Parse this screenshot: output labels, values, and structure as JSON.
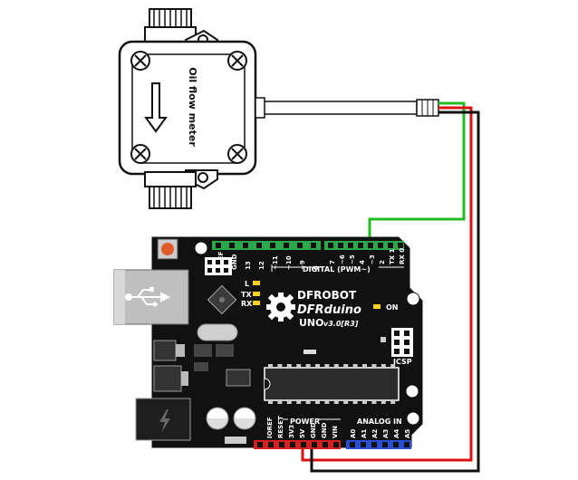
{
  "sensor": {
    "label": "Oil flow meter"
  },
  "board": {
    "brand": "DFROBOT",
    "product": "DFRduino",
    "model": "UNO",
    "version": "v3.0[R3]",
    "digital_header_label": "DIGITAL (PWM~)",
    "power_label": "POWER",
    "analog_label": "ANALOG IN",
    "on_label": "ON",
    "icsp_label": "ICSP",
    "led_labels": [
      "L",
      "TX",
      "RX"
    ],
    "digital_pins_left": [
      "AREF",
      "GND",
      "13",
      "12",
      "~11",
      "~10",
      "~9",
      "8"
    ],
    "digital_pins_right": [
      "7",
      "~6",
      "~5",
      "4",
      "~3",
      "2",
      "TX 1",
      "RX 0"
    ],
    "power_pins": [
      "IOREF",
      "RESET",
      "3V3",
      "5V",
      "GND",
      "GND",
      "VIN"
    ],
    "analog_pins": [
      "A0",
      "A1",
      "A2",
      "A3",
      "A4",
      "A5"
    ]
  },
  "wires": {
    "signal_color": "#22bb22",
    "vcc_color": "#dd1111",
    "gnd_color": "#111111"
  }
}
